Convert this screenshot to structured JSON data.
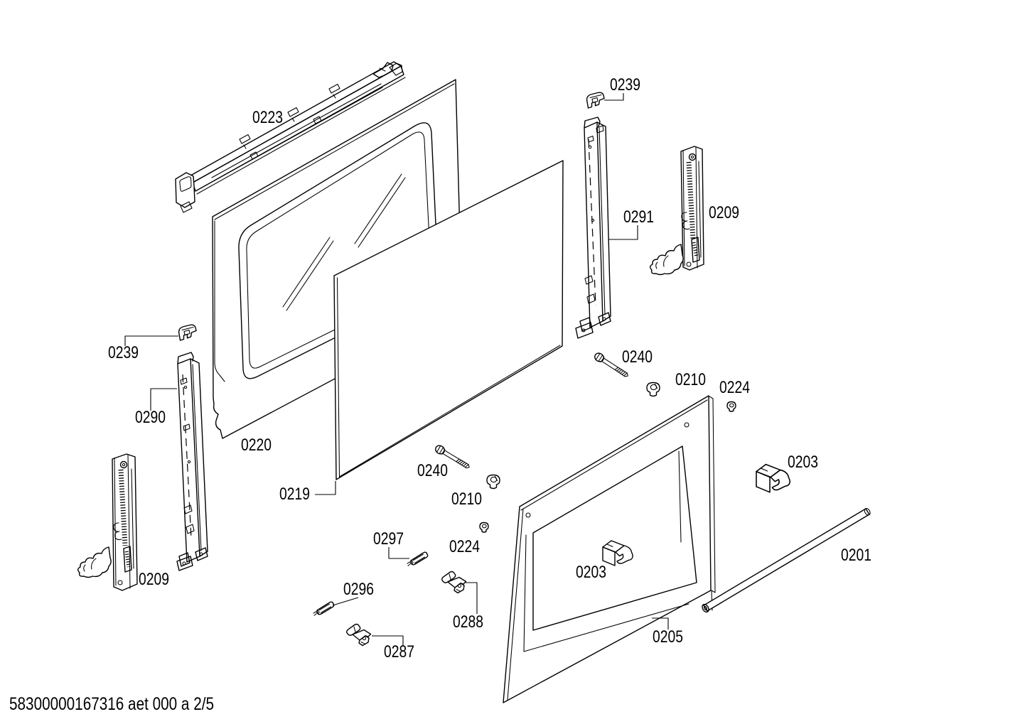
{
  "document": {
    "type": "exploded-parts-diagram",
    "subject": "oven door assembly",
    "footer_code": "58300000167316 aet 000 a 2/5"
  },
  "labels": {
    "rail_top": "0223",
    "clip_right": "0239",
    "clip_left": "0239",
    "bracket_right": "0291",
    "bracket_left": "0290",
    "hinge_right": "0209",
    "hinge_left": "0209",
    "outer_door": "0220",
    "glass_pane": "0219",
    "screw_top": "0240",
    "screw_mid": "0240",
    "nut_top": "0210",
    "nut_mid": "0210",
    "washer_top": "0224",
    "washer_mid": "0224",
    "clip_0297": "0297",
    "clip_0296": "0296",
    "clip_0287": "0287",
    "clip_0288": "0288",
    "holder_center": "0203",
    "holder_right": "0203",
    "inner_panel": "0205",
    "handle_bar": "0201"
  }
}
